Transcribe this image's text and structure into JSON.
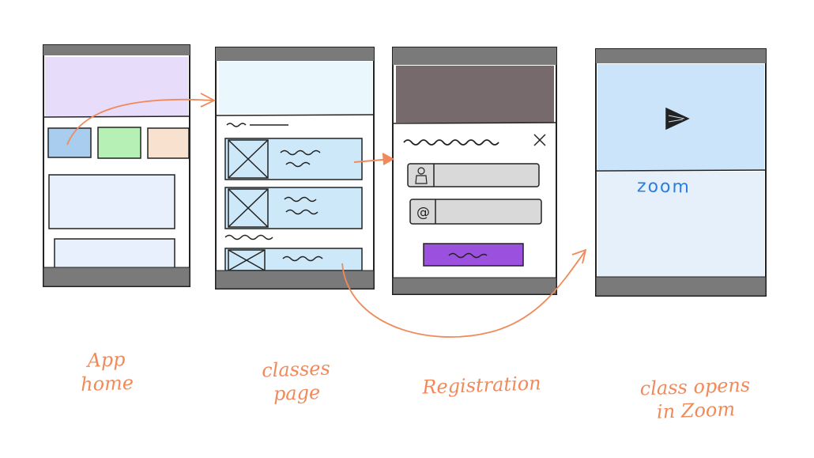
{
  "screens": [
    {
      "id": "app-home",
      "caption_line1": "App",
      "caption_line2": "home"
    },
    {
      "id": "classes",
      "caption_line1": "classes",
      "caption_line2": "page"
    },
    {
      "id": "registration",
      "caption_line1": "Registration",
      "caption_line2": ""
    },
    {
      "id": "zoom",
      "caption_line1": "class opens",
      "caption_line2": "in Zoom",
      "brand_text": "zoom"
    }
  ],
  "colors": {
    "bar": "#7a7a7a",
    "home_header": "#e8dcfb",
    "tile_blue": "#a9cdee",
    "tile_green": "#b6f0b4",
    "tile_peach": "#f9e1cf",
    "card_blue": "#e7f0fc",
    "classes_header": "#eaf8fd",
    "class_card": "#cde8f8",
    "reg_header": "#776a6c",
    "field_gray": "#d9d9d9",
    "reg_button": "#9c50de",
    "zoom_top": "#cce4f9",
    "zoom_bottom": "#e5f0fb",
    "arrow": "#f08a5a",
    "caption": "#f08a5a",
    "zoom_text": "#2a7de1"
  },
  "icons": [
    "user-icon",
    "at-sign-icon",
    "close-icon",
    "play-icon",
    "image-placeholder-icon"
  ]
}
